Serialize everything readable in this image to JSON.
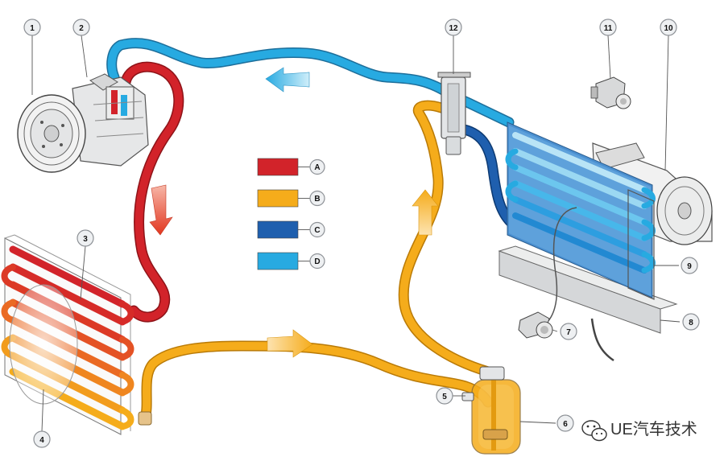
{
  "legend": [
    {
      "letter": "A",
      "color": "#d2232a"
    },
    {
      "letter": "B",
      "color": "#f5ac1b"
    },
    {
      "letter": "C",
      "color": "#1f5fae"
    },
    {
      "letter": "D",
      "color": "#27aae1"
    }
  ],
  "callouts": [
    "1",
    "2",
    "3",
    "4",
    "5",
    "6",
    "7",
    "8",
    "9",
    "10",
    "11",
    "12"
  ],
  "watermark": {
    "text": "UE汽车技术",
    "icon": "wechat-icon"
  },
  "colors": {
    "high_pressure_gas": "#d2232a",
    "high_pressure_liquid": "#f5ac1b",
    "low_pressure_liquid": "#1f5fae",
    "low_pressure_gas": "#27aae1"
  }
}
